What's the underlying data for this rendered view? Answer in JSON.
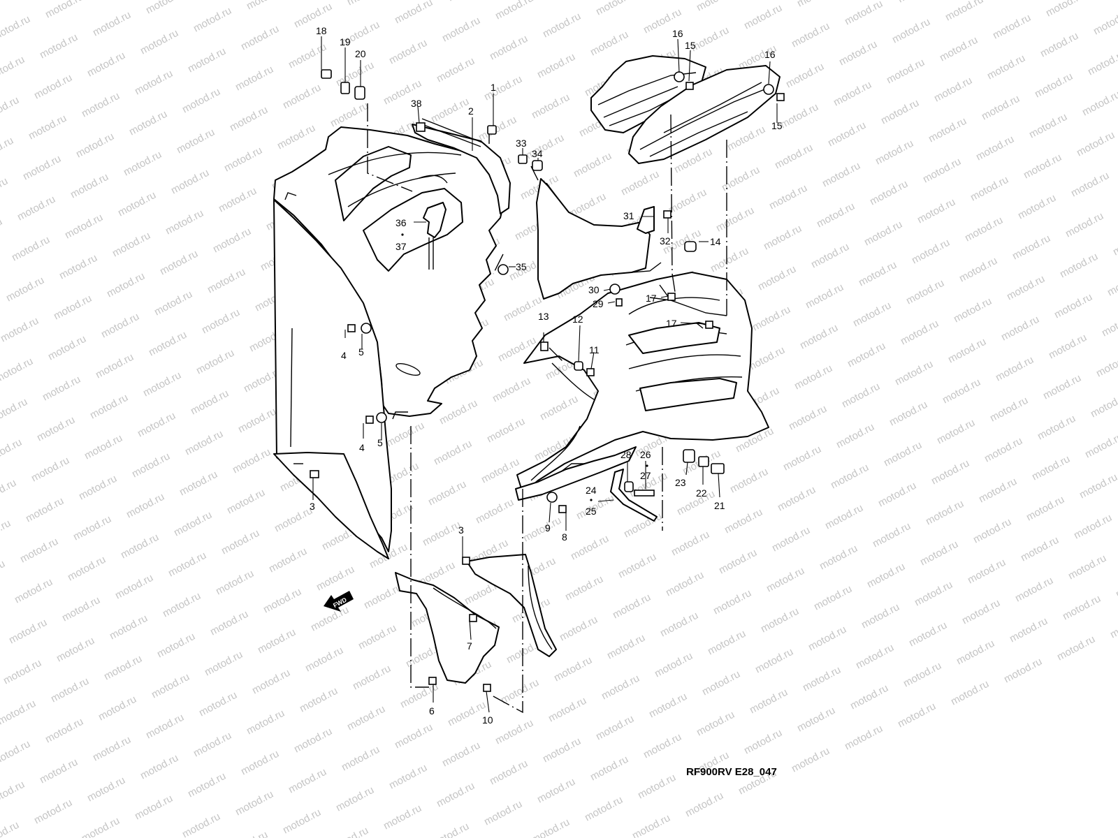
{
  "diagram": {
    "drawing_code": "RF900RV E28_047",
    "fwd_label": "FWD",
    "watermark_text": "motod.ru",
    "callouts": [
      {
        "label": "1"
      },
      {
        "label": "2"
      },
      {
        "label": "3"
      },
      {
        "label": "3"
      },
      {
        "label": "3"
      },
      {
        "label": "4"
      },
      {
        "label": "5"
      },
      {
        "label": "4"
      },
      {
        "label": "5"
      },
      {
        "label": "6"
      },
      {
        "label": "7"
      },
      {
        "label": "8"
      },
      {
        "label": "9"
      },
      {
        "label": "10"
      },
      {
        "label": "11"
      },
      {
        "label": "12"
      },
      {
        "label": "13"
      },
      {
        "label": "14"
      },
      {
        "label": "15"
      },
      {
        "label": "16"
      },
      {
        "label": "15"
      },
      {
        "label": "16"
      },
      {
        "label": "17"
      },
      {
        "label": "17"
      },
      {
        "label": "18"
      },
      {
        "label": "19"
      },
      {
        "label": "20"
      },
      {
        "label": "21"
      },
      {
        "label": "22"
      },
      {
        "label": "23"
      },
      {
        "label": "24"
      },
      {
        "label": "25"
      },
      {
        "label": "26"
      },
      {
        "label": "27"
      },
      {
        "label": "28"
      },
      {
        "label": "29"
      },
      {
        "label": "30"
      },
      {
        "label": "31"
      },
      {
        "label": "32"
      },
      {
        "label": "33"
      },
      {
        "label": "34"
      },
      {
        "label": "35"
      },
      {
        "label": "36"
      },
      {
        "label": "37"
      },
      {
        "label": "38"
      }
    ]
  }
}
